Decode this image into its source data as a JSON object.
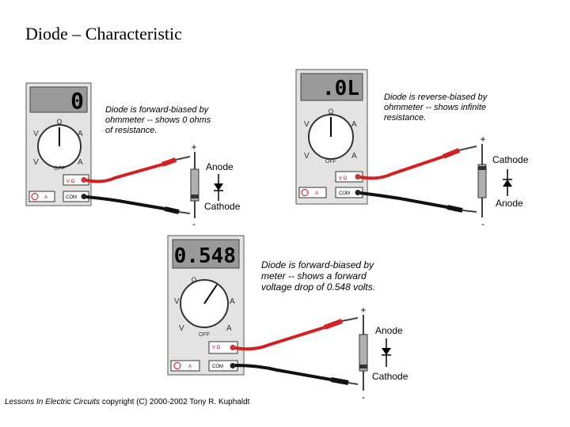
{
  "title": "Diode – Characteristic",
  "panels": [
    {
      "display": "0",
      "caption_lines": [
        "Diode is forward-biased by",
        "ohmmeter -- shows 0 ohms",
        "of resistance."
      ],
      "top_sign": "+",
      "bottom_sign": "-",
      "top_label": "Anode",
      "bottom_label": "Cathode",
      "jack_vohm": "V Ω",
      "jack_com": "COM",
      "jack_a": "A",
      "dial_omega": "Ω",
      "dial_off": "OFF",
      "dial_v": "V",
      "dial_a": "A"
    },
    {
      "display": ".0L",
      "caption_lines": [
        "Diode is reverse-biased by",
        "ohmmeter -- shows infinite",
        "resistance."
      ],
      "top_sign": "+",
      "bottom_sign": "-",
      "top_label": "Cathode",
      "bottom_label": "Anode",
      "jack_vohm": "V Ω",
      "jack_com": "COM",
      "jack_a": "A",
      "dial_omega": "Ω",
      "dial_off": "OFF",
      "dial_v": "V",
      "dial_a": "A"
    },
    {
      "display": "0.548",
      "caption_lines": [
        "Diode is forward-biased by",
        "meter -- shows a forward",
        "voltage drop of 0.548 volts."
      ],
      "top_sign": "+",
      "bottom_sign": "-",
      "top_label": "Anode",
      "bottom_label": "Cathode",
      "jack_vohm": "V Ω",
      "jack_com": "COM",
      "jack_a": "A",
      "dial_omega": "Ω",
      "dial_off": "OFF",
      "dial_v": "V",
      "dial_a": "A"
    }
  ],
  "credit": {
    "italic": "Lessons In Electric Circuits",
    "rest": " copyright (C) 2000-2002 Tony R. Kuphaldt"
  },
  "colors": {
    "red_probe": "#d42020",
    "black_probe": "#111111",
    "meter_body": "#e3e3e3",
    "lcd": "#9a9a9a"
  }
}
